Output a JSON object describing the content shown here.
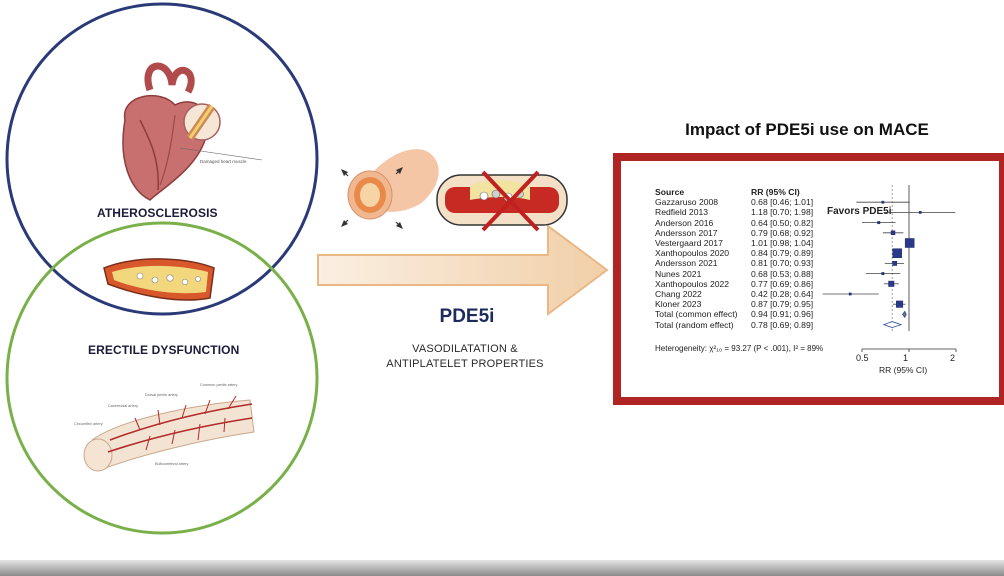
{
  "left": {
    "atherosclerosis_label": "ATHEROSCLEROSIS",
    "ed_label": "ERECTILE DYSFUNCTION",
    "blue_circle_color": "#2a3a78",
    "green_circle_color": "#79b04a"
  },
  "center": {
    "title": "PDE5i",
    "subtitle_line1": "VASODILATATION &",
    "subtitle_line2": "ANTIPLATELET PROPERTIES",
    "arrow_color": "#f3d6b6"
  },
  "forest": {
    "title": "Impact of PDE5i use on MACE",
    "source_header": "Source",
    "rr_header": "RR (95% CI)",
    "favors_label": "Favors PDE5i",
    "heterogeneity": "Heterogeneity: χ²₁₀ = 93.27 (P < .001), I² = 89%",
    "axis_title": "RR (95% CI)",
    "axis_ticks": [
      "0.5",
      "1",
      "2"
    ],
    "border_color": "#b02424",
    "chart_data": {
      "type": "forest",
      "rows": [
        {
          "source": "Gazzaruso 2008",
          "rr": 0.68,
          "lo": 0.46,
          "hi": 1.01,
          "label": "0.68 [0.46; 1.01]"
        },
        {
          "source": "Redfield 2013",
          "rr": 1.18,
          "lo": 0.7,
          "hi": 1.98,
          "label": "1.18 [0.70; 1.98]"
        },
        {
          "source": "Anderson 2016",
          "rr": 0.64,
          "lo": 0.5,
          "hi": 0.82,
          "label": "0.64 [0.50; 0.82]"
        },
        {
          "source": "Andersson 2017",
          "rr": 0.79,
          "lo": 0.68,
          "hi": 0.92,
          "label": "0.79 [0.68; 0.92]"
        },
        {
          "source": "Vestergaard 2017",
          "rr": 1.01,
          "lo": 0.98,
          "hi": 1.04,
          "label": "1.01 [0.98; 1.04]"
        },
        {
          "source": "Xanthopoulos 2020",
          "rr": 0.84,
          "lo": 0.79,
          "hi": 0.89,
          "label": "0.84 [0.79; 0.89]"
        },
        {
          "source": "Andersson 2021",
          "rr": 0.81,
          "lo": 0.7,
          "hi": 0.93,
          "label": "0.81 [0.70; 0.93]"
        },
        {
          "source": "Nunes 2021",
          "rr": 0.68,
          "lo": 0.53,
          "hi": 0.88,
          "label": "0.68 [0.53; 0.88]"
        },
        {
          "source": "Xanthopoulos 2022",
          "rr": 0.77,
          "lo": 0.69,
          "hi": 0.86,
          "label": "0.77 [0.69; 0.86]"
        },
        {
          "source": "Chang 2022",
          "rr": 0.42,
          "lo": 0.28,
          "hi": 0.64,
          "label": "0.42 [0.28; 0.64]"
        },
        {
          "source": "Kloner 2023",
          "rr": 0.87,
          "lo": 0.79,
          "hi": 0.95,
          "label": "0.87 [0.79; 0.95]"
        },
        {
          "source": "Total (common effect)",
          "rr": 0.94,
          "lo": 0.91,
          "hi": 0.96,
          "label": "0.94 [0.91; 0.96]",
          "summary": true
        },
        {
          "source": "Total (random effect)",
          "rr": 0.78,
          "lo": 0.69,
          "hi": 0.89,
          "label": "0.78 [0.69; 0.89]",
          "summary": true
        }
      ],
      "x_scale": "log",
      "x_ticks": [
        0.5,
        1,
        2
      ],
      "reference_line": 1,
      "pooled_line": 0.78
    }
  }
}
